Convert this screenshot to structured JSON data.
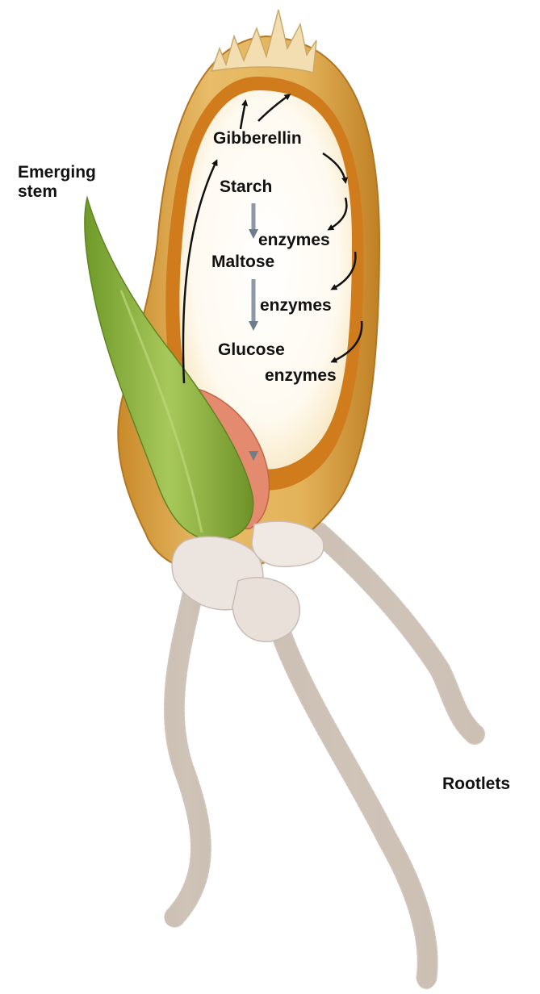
{
  "labels": {
    "emerging_stem_line1": "Emerging",
    "emerging_stem_line2": "stem",
    "rootlets": "Rootlets",
    "gibberellin": "Gibberellin",
    "starch": "Starch",
    "maltose": "Maltose",
    "glucose": "Glucose",
    "enzymes_1": "enzymes",
    "enzymes_2": "enzymes",
    "enzymes_3": "enzymes"
  },
  "colors": {
    "seed_coat": "#e3b35a",
    "seed_coat_dark": "#c98a2a",
    "aleurone_layer": "#d07c1c",
    "endosperm": "#fffbea",
    "stem": "#8fb43c",
    "scutellum": "#e48a6e",
    "root_collar": "#ece4df",
    "rootlets": "#efe4da",
    "arrow_black": "#111111",
    "arrow_grey": "#6f7d8a"
  }
}
